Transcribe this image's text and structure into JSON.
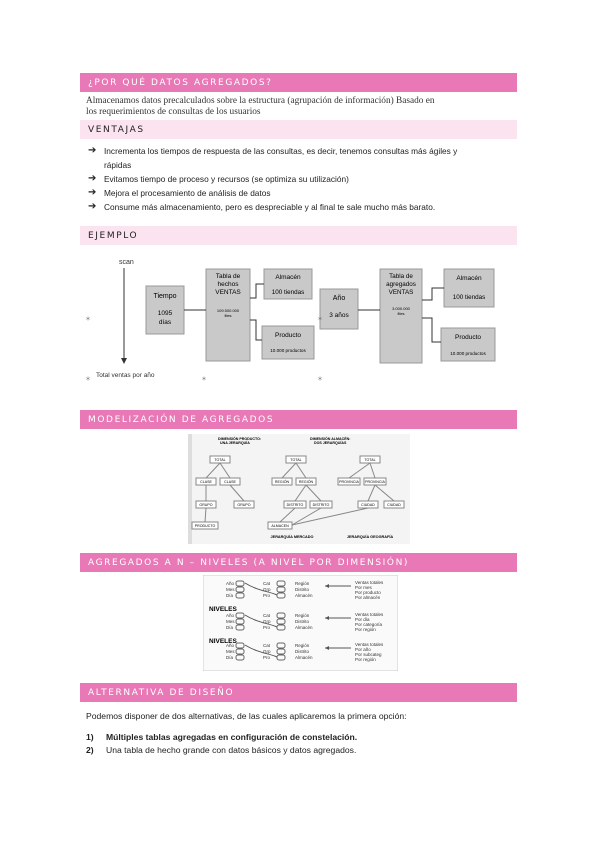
{
  "sections": {
    "why": "¿POR QUÉ DATOS AGREGADOS?",
    "advantages": "VENTAJAS",
    "example": "EJEMPLO",
    "modeling": "MODELIZACIÓN DE AGREGADOS",
    "n_levels": "AGREGADOS A N – NIVELES (A NIVEL POR DIMENSIÓN)",
    "design": "ALTERNATIVA DE DISEÑO"
  },
  "intro": {
    "line1": "Almacenamos datos precalculados sobre la estructura (agrupación de información) Basado en",
    "line2": "los requerimientos de consultas de  los usuarios"
  },
  "advantages": [
    "Incrementa los tiempos de respuesta de las consultas, es decir, tenemos consultas más ágiles y",
    "rápidas",
    "Evitamos tiempo de proceso y recursos (se optimiza su utilización)",
    "Mejora el procesamiento de análisis de datos",
    "Consume más almacenamiento, pero es despreciable y al final te sale mucho más barato."
  ],
  "example_diagram": {
    "scan": "scan",
    "total": "Total ventas por año",
    "tiempo": "Tiempo",
    "tiempo_val1": "1095",
    "tiempo_val2": "días",
    "hechos1": "Tabla de",
    "hechos2": "hechos",
    "hechos3": "VENTAS",
    "hechos_rows": "109.500.000",
    "hechos_rows_unit": "files",
    "almacen": "Almacén",
    "almacen_val": "100 tiendas",
    "producto": "Producto",
    "producto_val": "10.000 productos",
    "anio": "Año",
    "anio_val": "3 años",
    "agg1": "Tabla de",
    "agg2": "agregados",
    "agg3": "VENTAS",
    "agg_rows": "3.000.000",
    "agg_rows_unit": "files",
    "almacen2": "Almacén",
    "almacen2_val": "100 tiendas",
    "producto2": "Producto",
    "producto2_val": "10.000 productos"
  },
  "modeling_diagram": {
    "prod_title1": "DIMENSIÓN PRODUCTO:",
    "prod_title2": "UNA JERARQUÍA",
    "alm_title1": "DIMENSIÓN ALMACÉN:",
    "alm_title2": "DOS JERARQUÍAS",
    "total": "TOTAL",
    "clase": "CLASE",
    "grupo": "GRUPO",
    "producto": "PRODUCTO",
    "region": "REGIÓN",
    "distrito": "DISTRITO",
    "almacen": "ALMACEN",
    "provincia": "PROVINCIA",
    "ciudad": "CIUDAD",
    "mercado": "JERARQUÍA MERCADO",
    "geografia": "JERARQUÍA GEOGRAFÍA"
  },
  "levels_diagram": {
    "niveles": "NIVELES",
    "c1": [
      "Año",
      "Mes",
      "Día"
    ],
    "c2": [
      "Cat",
      "Grp",
      "Pro"
    ],
    "c3": [
      "Región",
      "Distrito",
      "Almacén"
    ],
    "r1": [
      "Ventas totales",
      "Por mes",
      "Por producto",
      "Por almacén"
    ],
    "r2": [
      "Ventas totales",
      "Por día",
      "Por categoría",
      "Por región"
    ],
    "r3": [
      "Ventas totales",
      "Por año",
      "Por subcateg",
      "Por región"
    ]
  },
  "design": {
    "paragraph": "Podemos disponer de dos alternativas, de las cuales aplicaremos la primera opción:",
    "items": [
      {
        "num": "1)",
        "text": "Múltiples tablas agregadas en configuración de constelación."
      },
      {
        "num": "2)",
        "text": "Una tabla de hecho grande con datos básicos y datos agregados."
      }
    ]
  },
  "colors": {
    "accent": "#e978b6",
    "accent_light": "#fbe3ef"
  }
}
